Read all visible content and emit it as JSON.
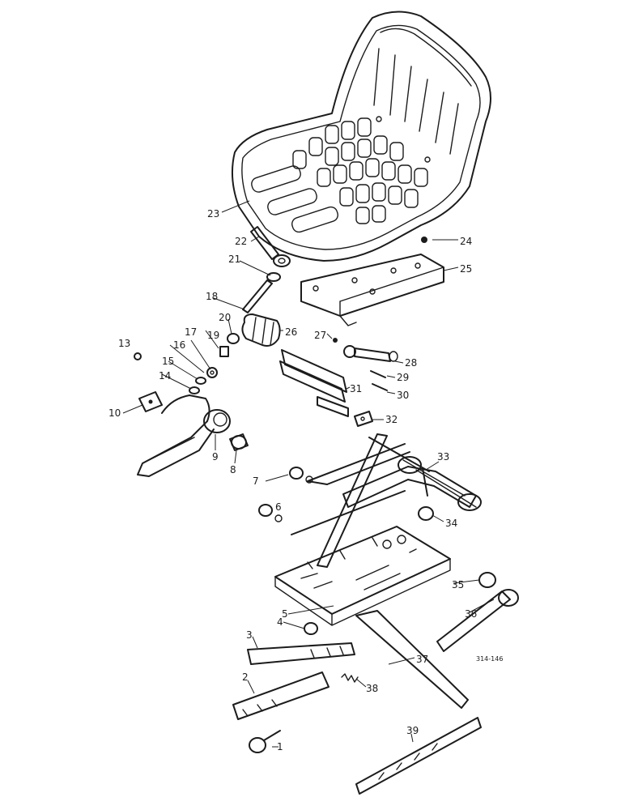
{
  "diagram": {
    "reference_code": "314-146",
    "callouts": {
      "c1": "1",
      "c2": "2",
      "c3": "3",
      "c4": "4",
      "c5": "5",
      "c6": "6",
      "c7": "7",
      "c8": "8",
      "c9": "9",
      "c10": "10",
      "c13": "13",
      "c14": "14",
      "c15": "15",
      "c16": "16",
      "c17": "17",
      "c18": "18",
      "c19": "19",
      "c20": "20",
      "c21": "21",
      "c22": "22",
      "c23": "23",
      "c24": "24",
      "c25": "25",
      "c26": "26",
      "c27": "27",
      "c28": "28",
      "c29": "29",
      "c30": "30",
      "c31": "31",
      "c32": "32",
      "c33": "33",
      "c34": "34",
      "c35": "35",
      "c36": "36",
      "c37": "37",
      "c38": "38",
      "c39": "39"
    }
  }
}
